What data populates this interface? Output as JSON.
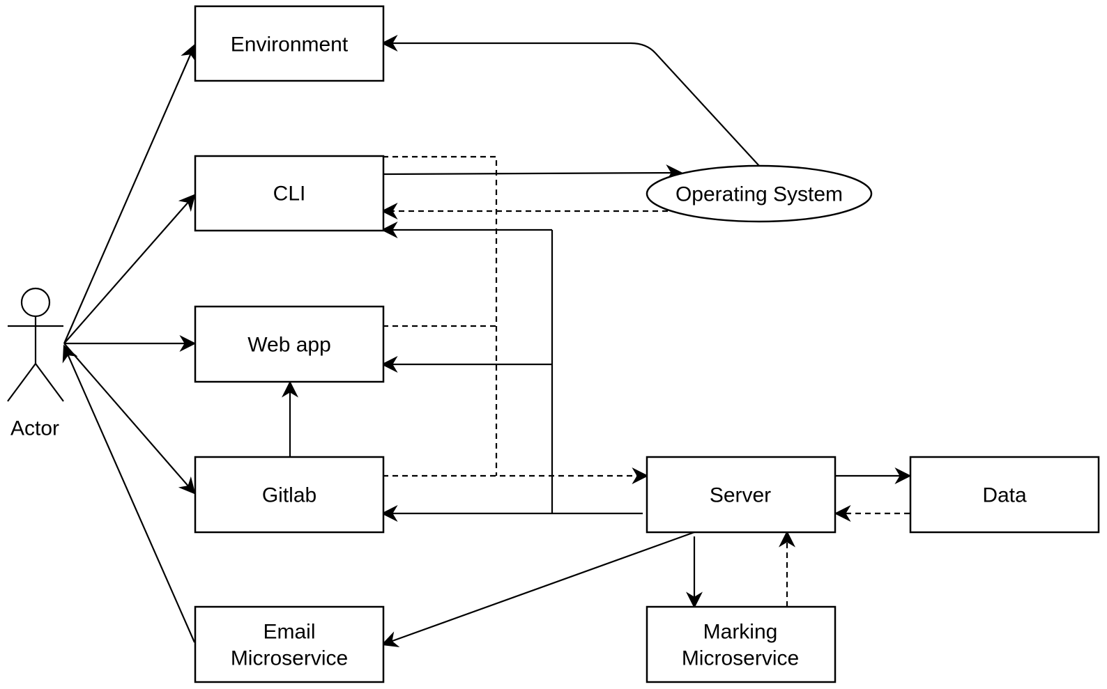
{
  "actor": {
    "label": "Actor"
  },
  "nodes": {
    "environment": {
      "label": "Environment"
    },
    "cli": {
      "label": "CLI"
    },
    "webapp": {
      "label": "Web app"
    },
    "gitlab": {
      "label": "Gitlab"
    },
    "email": {
      "label_line1": "Email",
      "label_line2": "Microservice"
    },
    "operating_system": {
      "label": "Operating System"
    },
    "server": {
      "label": "Server"
    },
    "data": {
      "label": "Data"
    },
    "marking": {
      "label_line1": "Marking",
      "label_line2": "Microservice"
    }
  }
}
